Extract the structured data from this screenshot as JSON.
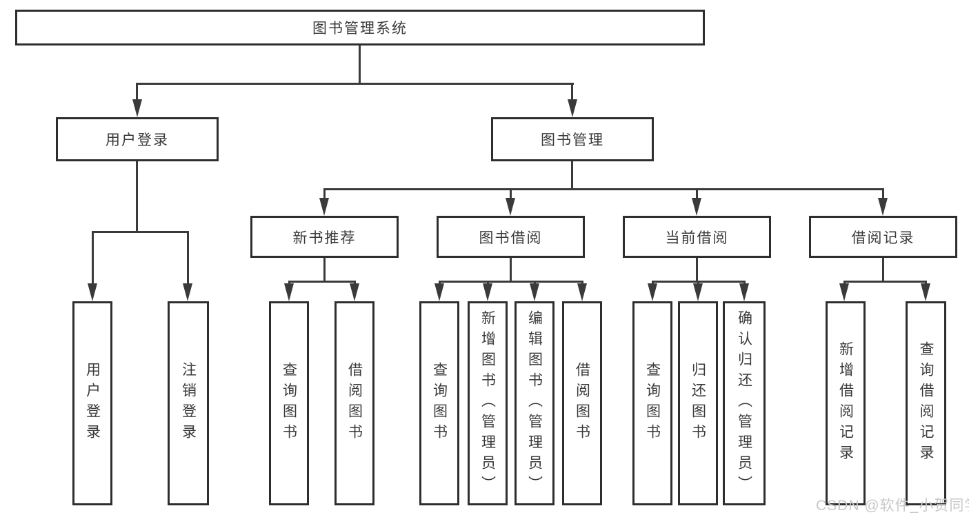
{
  "diagram": {
    "root": {
      "label": "图书管理系统"
    },
    "branches": [
      {
        "label": "用户登录",
        "children": [
          "用户登录",
          "注销登录"
        ]
      },
      {
        "label": "图书管理",
        "groups": [
          {
            "label": "新书推荐",
            "children": [
              "查询图书",
              "借阅图书"
            ]
          },
          {
            "label": "图书借阅",
            "children": [
              "查询图书",
              "新增图书（管理员）",
              "编辑图书（管理员）",
              "借阅图书"
            ]
          },
          {
            "label": "当前借阅",
            "children": [
              "查询图书",
              "归还图书",
              "确认归还（管理员）"
            ]
          },
          {
            "label": "借阅记录",
            "children": [
              "新增借阅记录",
              "查询借阅记录"
            ]
          }
        ]
      }
    ]
  },
  "watermark": "CSDN @软件_小贺同学",
  "colors": {
    "line": "#3a3a3a",
    "border": "#2e2e2e",
    "text": "#3a3a3a",
    "watermark": "#c8c8c8",
    "background": "#ffffff"
  }
}
